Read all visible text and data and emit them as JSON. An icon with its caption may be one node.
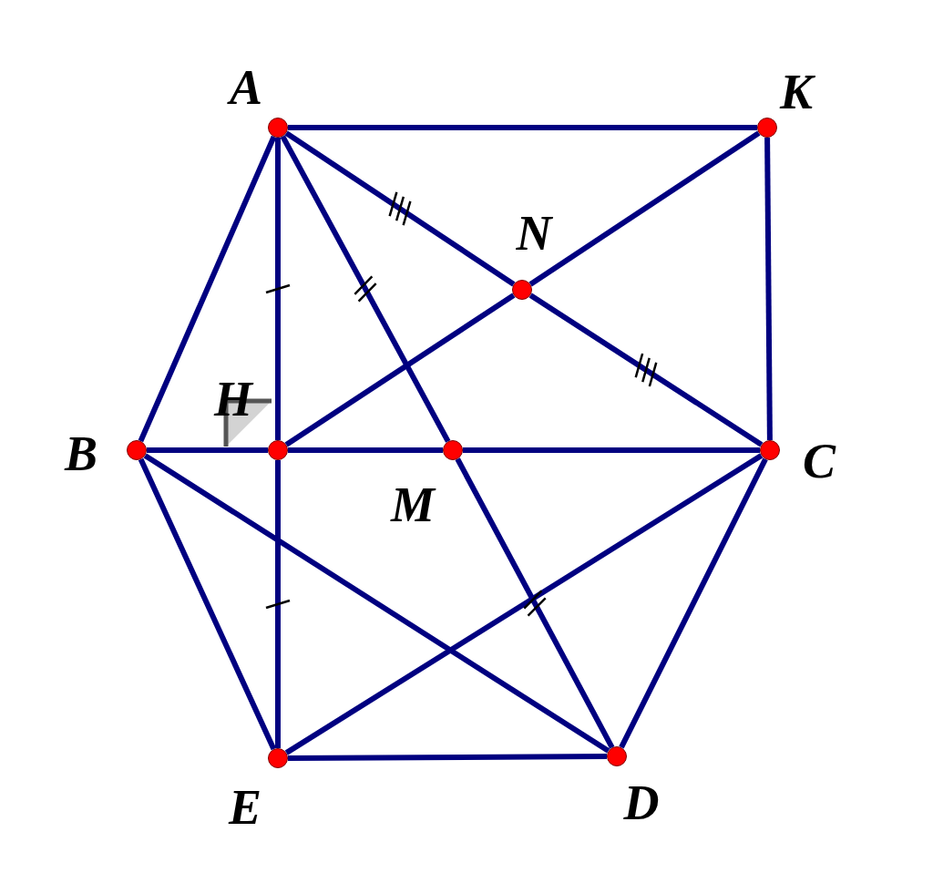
{
  "diagram": {
    "nodes": [
      {
        "text": [
          "A"
        ]
      },
      {
        "text": [
          "K"
        ]
      },
      {
        "text": [
          "N"
        ]
      },
      {
        "text": [
          "H"
        ]
      },
      {
        "text": [
          "B"
        ]
      },
      {
        "text": [
          "M"
        ]
      },
      {
        "text": [
          "C"
        ]
      },
      {
        "text": [
          "E"
        ]
      },
      {
        "text": [
          "D"
        ]
      }
    ],
    "edges": [
      {
        "from": 0,
        "to": 1,
        "arrow": "none"
      },
      {
        "from": 1,
        "to": 6,
        "arrow": "none"
      },
      {
        "from": 0,
        "to": 4,
        "arrow": "none"
      },
      {
        "from": 0,
        "to": 3,
        "arrow": "none"
      },
      {
        "from": 3,
        "to": 7,
        "arrow": "none"
      },
      {
        "from": 0,
        "to": 5,
        "arrow": "none"
      },
      {
        "from": 5,
        "to": 8,
        "arrow": "none"
      },
      {
        "from": 0,
        "to": 2,
        "arrow": "none"
      },
      {
        "from": 2,
        "to": 6,
        "arrow": "none"
      },
      {
        "from": 3,
        "to": 2,
        "arrow": "none"
      },
      {
        "from": 2,
        "to": 1,
        "arrow": "none"
      },
      {
        "from": 4,
        "to": 3,
        "arrow": "none"
      },
      {
        "from": 3,
        "to": 5,
        "arrow": "none"
      },
      {
        "from": 5,
        "to": 6,
        "arrow": "none"
      },
      {
        "from": 4,
        "to": 7,
        "arrow": "none"
      },
      {
        "from": 4,
        "to": 8,
        "arrow": "none"
      },
      {
        "from": 7,
        "to": 6,
        "arrow": "none"
      },
      {
        "from": 6,
        "to": 8,
        "arrow": "none"
      },
      {
        "from": 7,
        "to": 8,
        "arrow": "none"
      }
    ]
  }
}
